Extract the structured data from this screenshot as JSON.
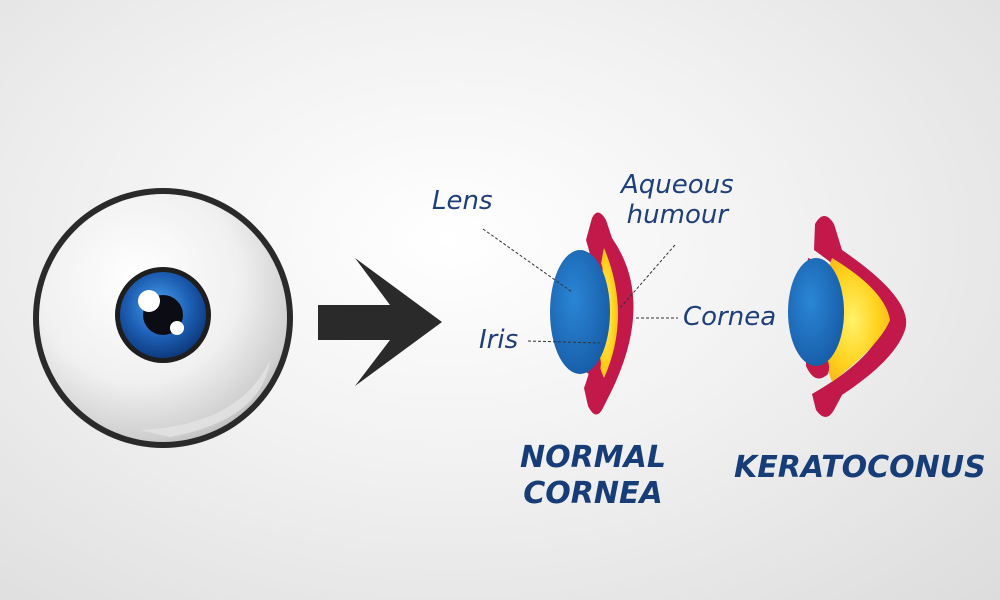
{
  "labels": {
    "lens": "Lens",
    "aqueous_line1": "Aqueous",
    "aqueous_line2": "humour",
    "iris": "Iris",
    "cornea": "Cornea"
  },
  "titles": {
    "normal_line1": "NORMAL",
    "normal_line2": "CORNEA",
    "keratoconus": "KERATOCONUS"
  },
  "colors": {
    "label_text": "#1f3f7a",
    "title_text": "#173d78",
    "iris_blue": "#1c63ad",
    "cornea_red": "#c2184a",
    "aqueous_yellow": "#ffd21f",
    "arrow": "#2a2a2a",
    "background": "#ececec"
  },
  "icons": [
    "eyeball-icon",
    "right-arrow-icon",
    "normal-cornea-cross-section",
    "keratoconus-cross-section"
  ]
}
